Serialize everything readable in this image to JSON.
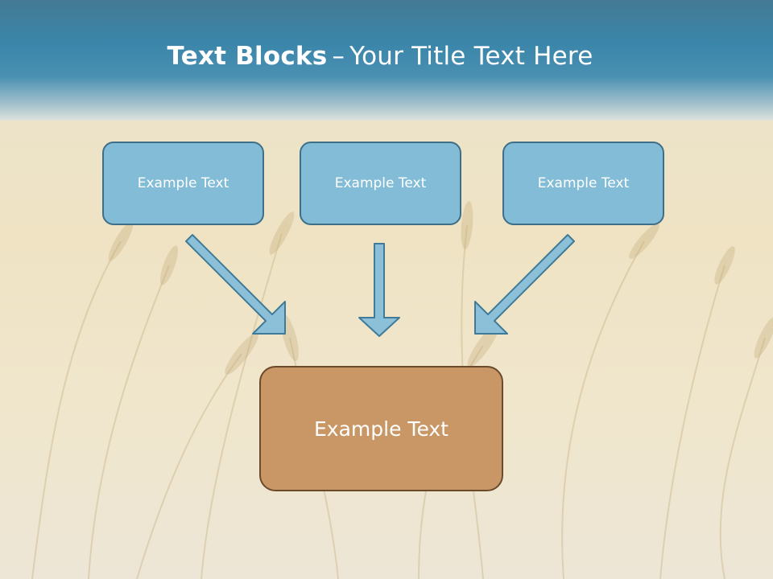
{
  "slide": {
    "title_bold": "Text Blocks",
    "title_dash": "–",
    "title_rest": "Your Title Text Here"
  },
  "diagram": {
    "top_blocks": [
      {
        "label": "Example Text"
      },
      {
        "label": "Example Text"
      },
      {
        "label": "Example Text"
      }
    ],
    "main_block": {
      "label": "Example Text"
    }
  },
  "colors": {
    "header": "#3a86aa",
    "block_fill": "#82bcd6",
    "block_border": "#3f6f88",
    "main_fill": "#c99765",
    "main_border": "#6b4a2b",
    "arrow_fill": "#8cc0d8",
    "arrow_stroke": "#3f7b98"
  }
}
